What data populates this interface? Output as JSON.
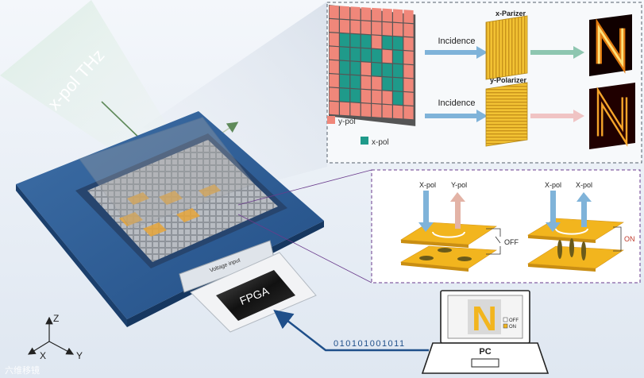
{
  "beam": {
    "label": "x-pol THz"
  },
  "matrix": {
    "legend": [
      {
        "label": "y-pol",
        "color": "#f0877a"
      },
      {
        "label": "x-pol",
        "color": "#1f9a8a"
      }
    ],
    "size": 8,
    "x_pol_cells": [
      [
        1,
        2
      ],
      [
        1,
        3
      ],
      [
        1,
        4
      ],
      [
        1,
        5
      ],
      [
        1,
        6
      ],
      [
        2,
        2
      ],
      [
        2,
        3
      ],
      [
        2,
        4
      ],
      [
        2,
        5
      ],
      [
        2,
        6
      ],
      [
        3,
        2
      ],
      [
        3,
        3
      ],
      [
        4,
        3
      ],
      [
        4,
        4
      ],
      [
        5,
        4
      ],
      [
        5,
        5
      ],
      [
        6,
        2
      ],
      [
        6,
        3
      ],
      [
        6,
        4
      ],
      [
        6,
        5
      ],
      [
        6,
        6
      ],
      [
        5,
        2
      ]
    ]
  },
  "polarizer": {
    "incidence_label_top": "Incidence",
    "incidence_label_bottom": "Incidence",
    "x_label": "x-Parizer",
    "y_label": "y-Polarizer"
  },
  "switch_panel": {
    "off": {
      "in_label": "X-pol",
      "out_label": "Y-pol",
      "state": "OFF"
    },
    "on": {
      "in_label": "X-pol",
      "out_label": "X-pol",
      "state": "ON"
    }
  },
  "device": {
    "connector_label": "Voltage input",
    "chip_label": "FPGA"
  },
  "pc": {
    "label": "PC",
    "screen_letter": "N",
    "legend_off": "OFF",
    "legend_on": "ON",
    "bitstream": "010101001011"
  },
  "axes": {
    "z": "Z",
    "x": "X",
    "y": "Y"
  },
  "watermark": "六维移镜",
  "colors": {
    "gold": "#f2b51e",
    "teal": "#1f9a8a",
    "salmon": "#f0877a",
    "arrow_blue": "#7fb3d9",
    "navy": "#1f4f8a"
  }
}
